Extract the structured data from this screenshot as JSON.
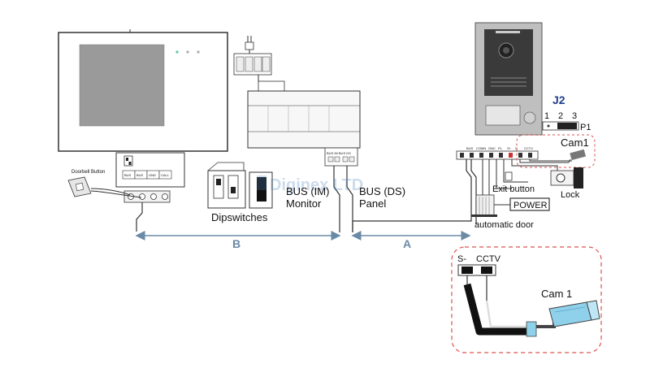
{
  "monitor_terminals": [
    "BUS",
    "BUS",
    "GND",
    "CALL"
  ],
  "doorbell_label": "Doorbell Button",
  "dipswitches_label": "Dipswitches",
  "bus_im_label": "BUS (IM)",
  "monitor_label": "Monitor",
  "bus_ds_label": "BUS (DS)",
  "panel_label": "Panel",
  "distributor_terminals": "BUS IM  BUS DS",
  "watermark": "Diginex LTD",
  "panel_terminals": [
    "BUS",
    "COMN",
    "ONC",
    "PL",
    "S+",
    "S-",
    "CCTV"
  ],
  "j2": {
    "title": "J2",
    "pin1": "1",
    "pin2": "2",
    "pin3": "3",
    "p1": "P1"
  },
  "cam1_label": "Cam1",
  "lock_label": "Lock",
  "exit_button_label": "Exit button",
  "power_label": "POWER",
  "automatic_door_label": "automatic door",
  "dimension_b": "B",
  "dimension_a": "A",
  "detail": {
    "s_minus": "S-",
    "cctv": "CCTV",
    "cam_label": "Cam 1"
  },
  "colors": {
    "dimension": "#6a8aa6",
    "camera": "#8fd0ea",
    "dashed": "#d9534f",
    "label_blue": "#1f3f8f"
  }
}
